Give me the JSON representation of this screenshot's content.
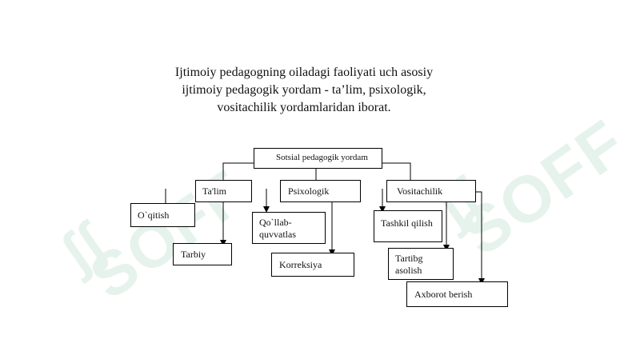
{
  "heading": {
    "line1": "Ijtimoiy pedagogning oiladagi faoliyati uch asosiy",
    "line2": "ijtimoiy pedagogik yordam - ta’lim, psixologik,",
    "line3": "vositachilik yordamlaridan iborat."
  },
  "diagram": {
    "root": "Sotsial pedagogik yordam",
    "branches": {
      "talim": "Ta'lim",
      "psixologik": "Psixologik",
      "vositachilik": "Vositachilik"
    },
    "leaves": {
      "oqitish": "O`qitish",
      "tarbiy": "Tarbiy",
      "qollab1": "Qo`llab-",
      "qollab2": "quvvatlas",
      "korreksiya": "Korreksiya",
      "tashkil": "Tashkil qilish",
      "tartibg1": "Tartibg",
      "tartibg2": "asolish",
      "axborot": "Axborot berish"
    }
  },
  "watermark": {
    "text": "SOFF"
  }
}
